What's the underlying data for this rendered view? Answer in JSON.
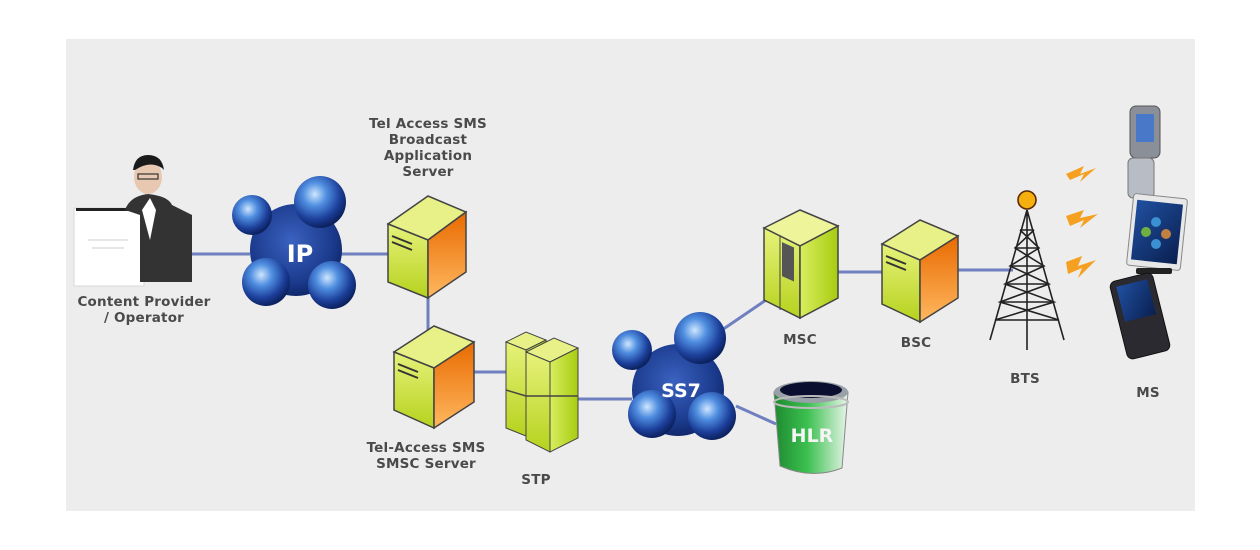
{
  "diagram": {
    "title": "",
    "nodes": {
      "content_provider": {
        "label_line1": "Content Provider",
        "label_line2": "/ Operator",
        "icon": "person-with-document"
      },
      "ip": {
        "label": "IP",
        "icon": "network-cloud"
      },
      "broadcast_server": {
        "label_line1": "Tel Access SMS",
        "label_line2": "Broadcast",
        "label_line3": "Application",
        "label_line4": "Server",
        "icon": "server"
      },
      "smsc_server": {
        "label_line1": "Tel-Access SMS",
        "label_line2": "SMSC Server",
        "icon": "server"
      },
      "stp": {
        "label": "STP",
        "icon": "server-cluster"
      },
      "ss7": {
        "label": "SS7",
        "icon": "network-cloud"
      },
      "hlr": {
        "label": "HLR",
        "icon": "database-bucket"
      },
      "msc": {
        "label": "MSC",
        "icon": "server-rack"
      },
      "bsc": {
        "label": "BSC",
        "icon": "server"
      },
      "bts": {
        "label": "BTS",
        "icon": "radio-tower"
      },
      "ms": {
        "label": "MS",
        "icon": "mobile-phones"
      }
    },
    "edges": [
      [
        "content_provider",
        "ip"
      ],
      [
        "ip",
        "broadcast_server"
      ],
      [
        "broadcast_server",
        "smsc_server"
      ],
      [
        "smsc_server",
        "stp"
      ],
      [
        "stp",
        "ss7"
      ],
      [
        "ss7",
        "msc"
      ],
      [
        "ss7",
        "hlr"
      ],
      [
        "msc",
        "bsc"
      ],
      [
        "bsc",
        "bts"
      ],
      [
        "bts",
        "ms"
      ]
    ],
    "colors": {
      "panel": "#ededed",
      "link": "#6f7fc0",
      "server_front": "#c8e040",
      "server_side": "#f08a10",
      "globe": "#1c3f9a",
      "hlr": "#2aa040",
      "signal": "#f5a020",
      "label": "#4a4a4a"
    }
  }
}
